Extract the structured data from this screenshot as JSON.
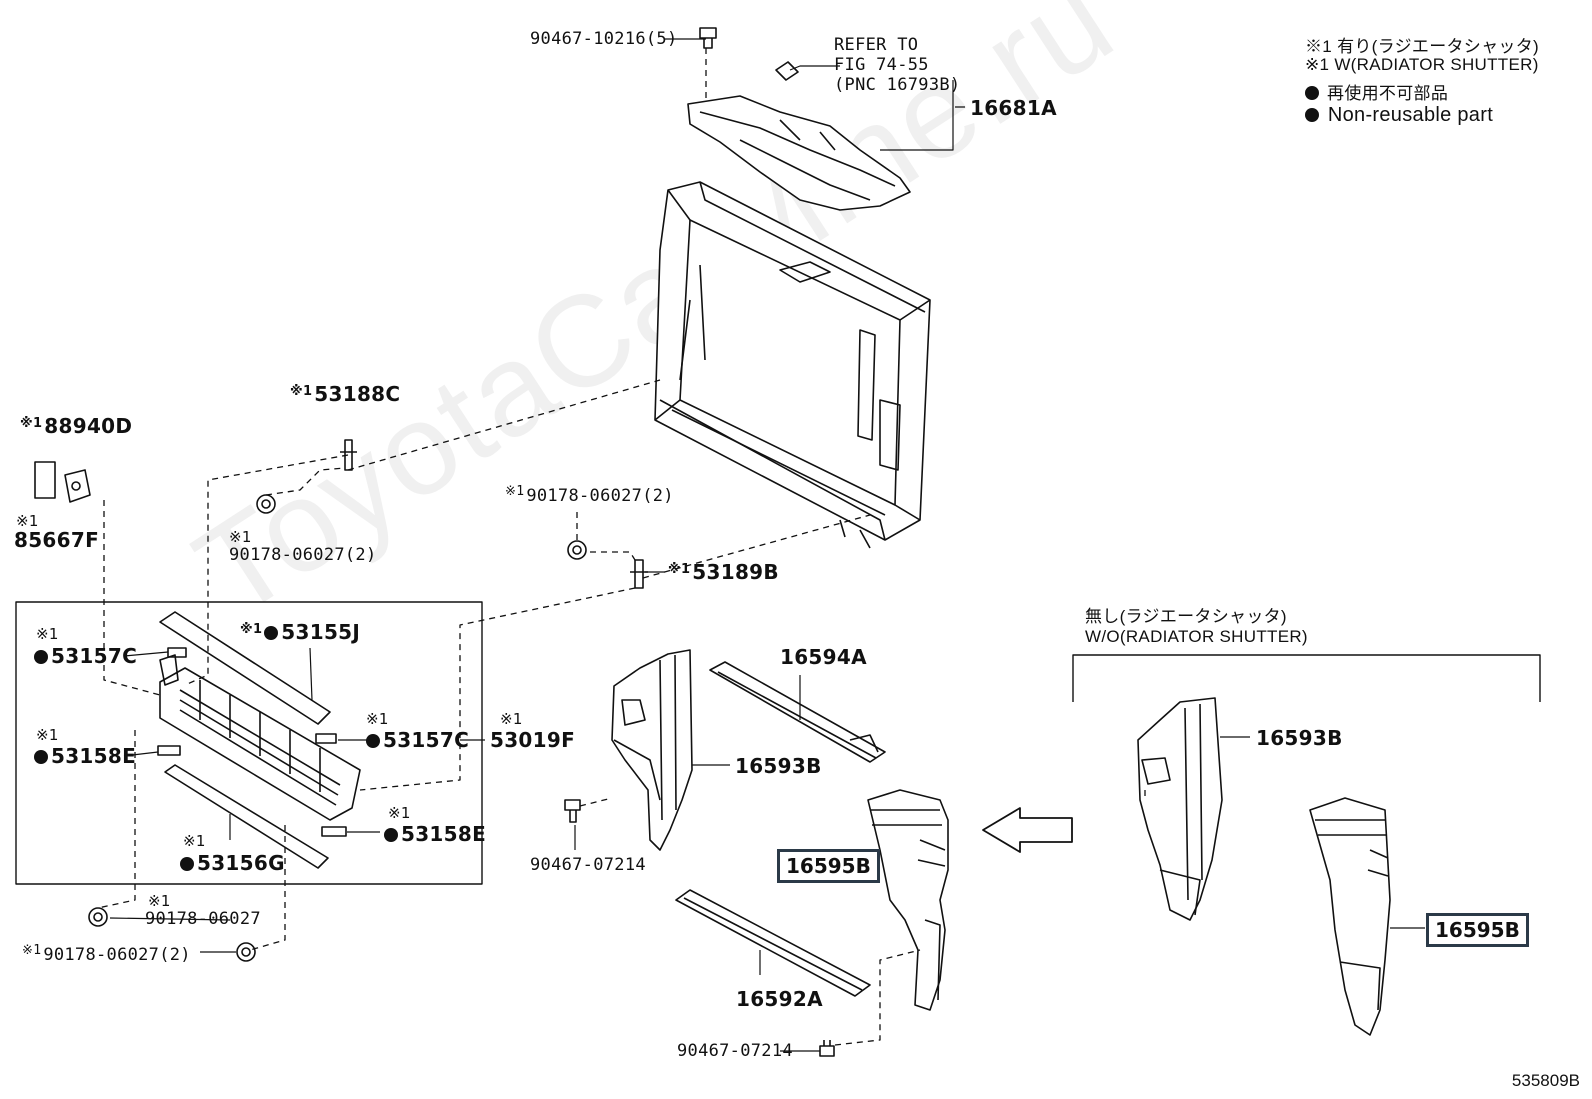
{
  "legend": {
    "line1": "※1 有り(ラジエータシャッタ)",
    "line2": "※1 W(RADIATOR SHUTTER)",
    "line3": "再使用不可部品",
    "line4": "Non-reusable part"
  },
  "variant": {
    "jp": "無し(ラジエータシャッタ)",
    "en": "W/O(RADIATOR SHUTTER)"
  },
  "refer": {
    "line1": "REFER TO",
    "line2": "FIG 74-55",
    "line3": "(PNC 16793B)"
  },
  "mark": "※1",
  "parts": {
    "p90467_10216": "90467-10216(5)",
    "p16681A": "16681A",
    "p53188C": "53188C",
    "p88940D": "88940D",
    "p85667F": "85667F",
    "p90178_06027_2a": "90178-06027(2)",
    "p90178_06027_2b": "90178-06027(2)",
    "p53189B": "53189B",
    "p53155J": "53155J",
    "p53157C_a": "53157C",
    "p53157C_b": "53157C",
    "p53158E_a": "53158E",
    "p53158E_b": "53158E",
    "p53019F": "53019F",
    "p53156G": "53156G",
    "p90178_06027": "90178-06027",
    "p90178_06027_2c": "90178-06027(2)",
    "p16594A": "16594A",
    "p16593B_a": "16593B",
    "p16593B_b": "16593B",
    "p90467_07214_a": "90467-07214",
    "p90467_07214_b": "90467-07214",
    "p16595B_a": "16595B",
    "p16595B_b": "16595B",
    "p16592A": "16592A"
  },
  "watermark": "ToyotaCarMine.ru",
  "figure_id": "535809B"
}
